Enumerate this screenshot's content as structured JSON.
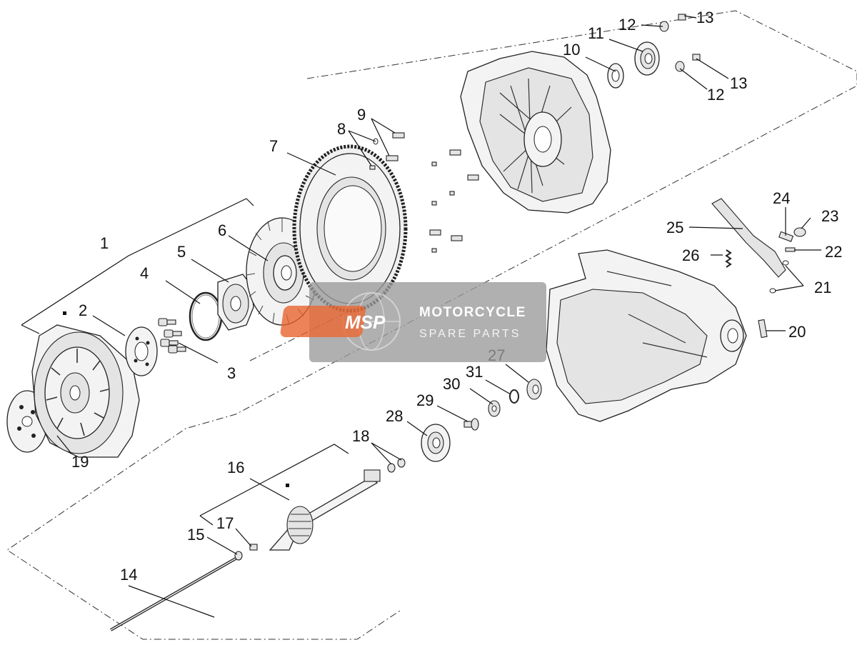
{
  "callouts": [
    "1",
    "2",
    "3",
    "4",
    "5",
    "6",
    "7",
    "8",
    "9",
    "10",
    "11",
    "12",
    "12",
    "13",
    "13",
    "14",
    "15",
    "16",
    "17",
    "18",
    "19",
    "20",
    "21",
    "22",
    "23",
    "24",
    "25",
    "26",
    "27",
    "28",
    "29",
    "30",
    "31"
  ],
  "watermark": {
    "logo_text": "MSP",
    "brand": "MOTORCYCLE",
    "sub": "SPARE PARTS",
    "accent_color": "#e8622c",
    "panel_color": "#9a9a9a"
  }
}
